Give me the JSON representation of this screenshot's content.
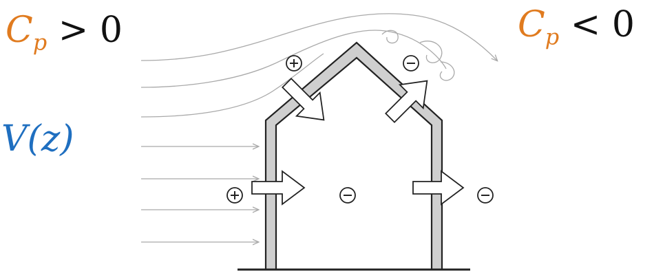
{
  "labels": {
    "cp_positive": {
      "symbol": "C",
      "subscript": "p",
      "relation": " > 0"
    },
    "cp_negative": {
      "symbol": "C",
      "subscript": "p",
      "relation": " < 0"
    },
    "wind_profile": {
      "text": "V(z)"
    }
  },
  "signs": {
    "windward_roof": "⊕",
    "leeward_roof": "⊖",
    "windward_wall_outside": "⊕",
    "interior": "⊖",
    "leeward_wall_outside": "⊖"
  },
  "colors": {
    "cp": "#e07b1f",
    "velocity": "#1f6fc0",
    "text": "#111111",
    "streamline": "#a9a9a9",
    "wall_fill": "#cfcfcf",
    "wall_stroke": "#222222"
  }
}
